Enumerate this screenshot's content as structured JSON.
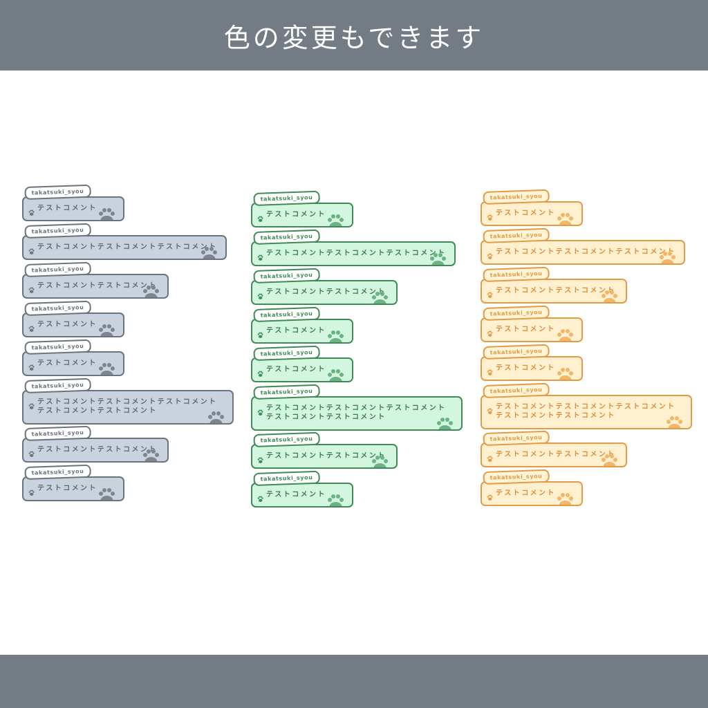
{
  "header": {
    "title": "色の変更もできます"
  },
  "colors": {
    "bar": "#737c84",
    "gray": {
      "border": "#6b747c",
      "fill": "#c9d3dd",
      "paw": "#7d868e"
    },
    "green": {
      "border": "#3f8a55",
      "fill": "#d2f6e0",
      "paw": "#6bb384"
    },
    "orange": {
      "border": "#e59a45",
      "fill": "#fff1cf",
      "paw": "#f3b568"
    }
  },
  "columns": [
    {
      "theme": "gray",
      "comments": [
        {
          "user": "takatsuki_syou",
          "text": "テストコメント"
        },
        {
          "user": "takatsuki_syou",
          "text": "テストコメントテストコメントテストコメント"
        },
        {
          "user": "takatsuki_syou",
          "text": "テストコメントテストコメント"
        },
        {
          "user": "takatsuki_syou",
          "text": "テストコメント"
        },
        {
          "user": "takatsuki_syou",
          "text": "テストコメント"
        },
        {
          "user": "takatsuki_syou",
          "text": "テストコメントテストコメントテストコメント\nテストコメントテストコメント"
        },
        {
          "user": "takatsuki_syou",
          "text": "テストコメントテストコメント"
        },
        {
          "user": "takatsuki_syou",
          "text": "テストコメント"
        }
      ]
    },
    {
      "theme": "green",
      "comments": [
        {
          "user": "takatsuki_syou",
          "text": "テストコメント"
        },
        {
          "user": "takatsuki_syou",
          "text": "テストコメントテストコメントテストコメント"
        },
        {
          "user": "takatsuki_syou",
          "text": "テストコメントテストコメント"
        },
        {
          "user": "takatsuki_syou",
          "text": "テストコメント"
        },
        {
          "user": "takatsuki_syou",
          "text": "テストコメント"
        },
        {
          "user": "takatsuki_syou",
          "text": "テストコメントテストコメントテストコメント\nテストコメントテストコメント"
        },
        {
          "user": "takatsuki_syou",
          "text": "テストコメントテストコメント"
        },
        {
          "user": "takatsuki_syou",
          "text": "テストコメント"
        }
      ]
    },
    {
      "theme": "orange",
      "comments": [
        {
          "user": "takatsuki_syou",
          "text": "テストコメント"
        },
        {
          "user": "takatsuki_syou",
          "text": "テストコメントテストコメントテストコメント"
        },
        {
          "user": "takatsuki_syou",
          "text": "テストコメントテストコメント"
        },
        {
          "user": "takatsuki_syou",
          "text": "テストコメント"
        },
        {
          "user": "takatsuki_syou",
          "text": "テストコメント"
        },
        {
          "user": "takatsuki_syou",
          "text": "テストコメントテストコメントテストコメント\nテストコメントテストコメント"
        },
        {
          "user": "takatsuki_syou",
          "text": "テストコメントテストコメント"
        },
        {
          "user": "takatsuki_syou",
          "text": "テストコメント"
        }
      ]
    }
  ]
}
